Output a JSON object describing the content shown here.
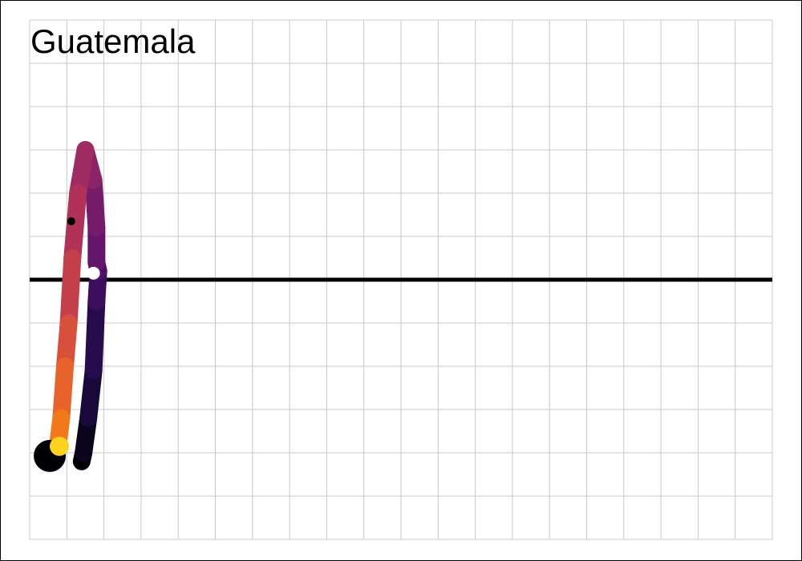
{
  "chart_data": {
    "type": "line",
    "title": "Guatemala",
    "xlabel": "",
    "ylabel": "",
    "xlim": [
      0,
      20
    ],
    "ylim": [
      -6,
      6
    ],
    "grid": true,
    "reference_line_y": 0,
    "series": [
      {
        "x": [
          0.7,
          0.75,
          0.85,
          0.95,
          1.05,
          1.15,
          1.3,
          1.5,
          1.72,
          1.8,
          1.8,
          1.85,
          1.8,
          1.72,
          1.58,
          1.45,
          1.4
        ],
        "y": [
          -4.0,
          -3.9,
          -3.2,
          -2.0,
          -1.0,
          0.5,
          2.0,
          3.0,
          2.3,
          1.2,
          0.4,
          0.2,
          -0.5,
          -2.1,
          -3.2,
          -4.0,
          -4.2
        ],
        "color_scale": "inferno",
        "start_point": {
          "x": 0.8,
          "y": -3.85,
          "color": "#ffd21f"
        },
        "end_point": {
          "x": 1.72,
          "y": 0.15,
          "color": "#ffffff"
        }
      }
    ],
    "annotations": [
      {
        "type": "marker",
        "x": 1.12,
        "y": 1.35,
        "color": "#000000"
      }
    ]
  }
}
